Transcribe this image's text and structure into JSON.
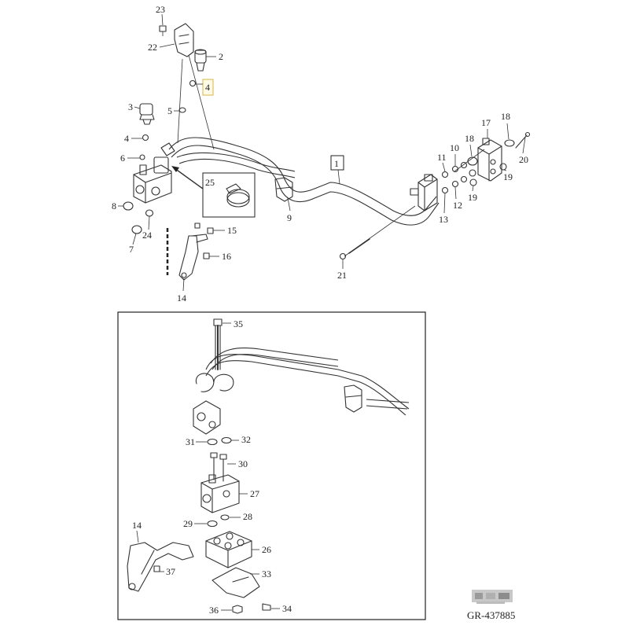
{
  "diagram": {
    "document_id": "GR-437885",
    "main_callouts": [
      "23",
      "22",
      "2",
      "4",
      "5",
      "3",
      "4",
      "6",
      "8",
      "7",
      "24",
      "1",
      "9",
      "25",
      "15",
      "16",
      "14",
      "11",
      "10",
      "18",
      "17",
      "18",
      "20",
      "19",
      "19",
      "12",
      "13",
      "21"
    ],
    "detail_callouts": [
      "35",
      "31",
      "32",
      "30",
      "27",
      "29",
      "28",
      "14",
      "26",
      "37",
      "33",
      "36",
      "34"
    ]
  },
  "colors": {
    "line": "#333333",
    "highlight_border": "#d7b446",
    "highlight_fill": "#fffbe6"
  }
}
